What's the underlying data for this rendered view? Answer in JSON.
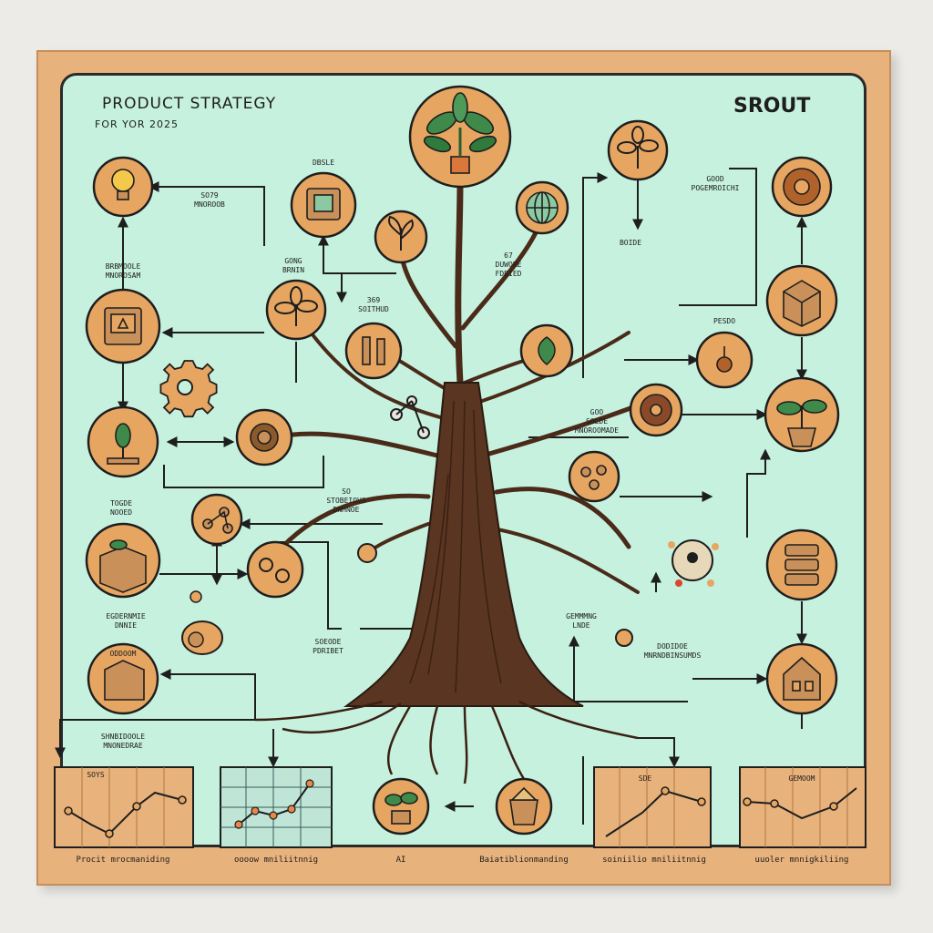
{
  "header": {
    "title": "PRODUCT STRATEGY",
    "subtitle": "FOR YOR 2025",
    "brand": "SROUT"
  },
  "labels": {
    "l1": "DBSLE",
    "l2a": "SO79",
    "l2b": "MNOROOB",
    "l3a": "GOOD",
    "l3b": "POGEMROICHI",
    "l4a": "BRBMOOLE",
    "l4b": "MNOROSAM",
    "l5a": "GONG",
    "l5b": "BRNIN",
    "l6a": "67",
    "l6b": "DUWORE",
    "l6c": "FDBIED",
    "l7": "BOIDE",
    "l8a": "369",
    "l8b": "SOITHUD",
    "l9": "PESDO",
    "l10a": "GOO",
    "l10b": "SOLDE",
    "l10c": "MNOROOMADE",
    "l11a": "TOGDE",
    "l11b": "NOOED",
    "l12a": "SO",
    "l12b": "STOBEIOVS",
    "l12c": "DNHNOE",
    "l13a": "EGDERNMIE",
    "l13b": "DNNIE",
    "l14a": "SOEODE",
    "l14b": "PDRIBET",
    "l15a": "GEMMMNG",
    "l15b": "LNDE",
    "l16a": "DODIDOE",
    "l16b": "MNRNDBINSUMDS",
    "l17": "ODDOOM",
    "l18a": "SHNBIDOOLE",
    "l18b": "MNONEDRAE",
    "c1": "SOYS",
    "c3": "SDE",
    "c4": "GEMOOM"
  },
  "footer": {
    "f1": "Procit mrocmaniding",
    "f2": "oooow mniliitnnig",
    "f3": "AI",
    "f4": "Baiatiblionmanding",
    "f5": "soiniilio mniliitnnig",
    "f6": "uuoler mnnigkiliing"
  },
  "icons": [
    "seedling-icon",
    "lightbulb-icon",
    "jar-icon",
    "book-icon",
    "sprout-icon",
    "leaf-icon",
    "globe-icon",
    "plant-pot-icon",
    "tablet-icon",
    "gear-icon",
    "box-icon",
    "chart-icon",
    "network-icon",
    "stack-icon",
    "house-icon"
  ],
  "colors": {
    "board": "#e8b27c",
    "panel": "#c6f1df",
    "node": "#e6a661",
    "trunk": "#5a3521",
    "ink": "#1e1e1e",
    "leaf": "#3f8a4a"
  }
}
